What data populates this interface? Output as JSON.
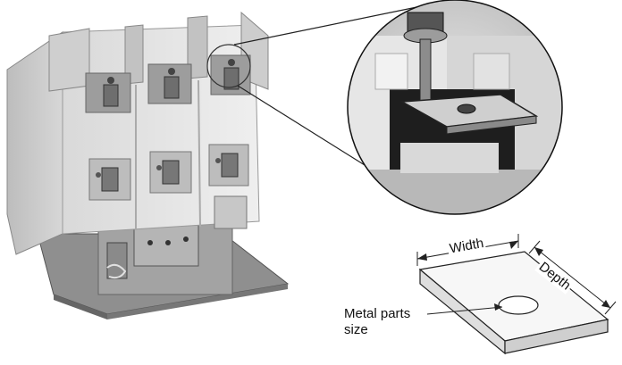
{
  "labels": {
    "width": "Width",
    "depth": "Depth",
    "metal_line1": "Metal parts",
    "metal_line2": "size"
  }
}
